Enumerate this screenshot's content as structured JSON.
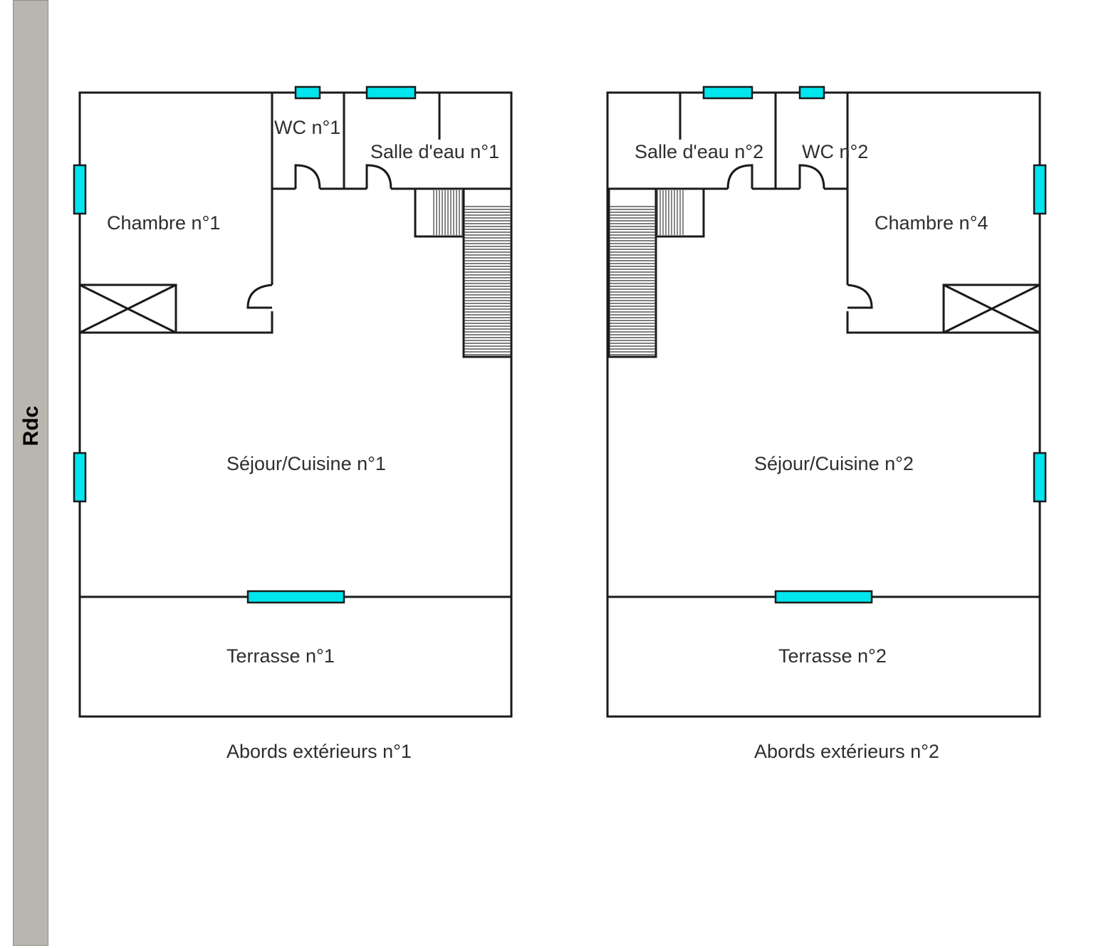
{
  "level": {
    "label": "Rdc"
  },
  "colors": {
    "wall": "#1a1a1a",
    "window": "#00e5ee",
    "level_bar": "#b8b6ae",
    "label": "#2e2e2e"
  },
  "units": [
    {
      "rooms": {
        "chambre": "Chambre n°1",
        "wc": "WC n°1",
        "salle_eau": "Salle d'eau n°1",
        "sejour": "Séjour/Cuisine n°1",
        "terrasse": "Terrasse n°1",
        "abords": "Abords extérieurs n°1"
      }
    },
    {
      "rooms": {
        "chambre": "Chambre n°4",
        "wc": "WC n°2",
        "salle_eau": "Salle d'eau n°2",
        "sejour": "Séjour/Cuisine n°2",
        "terrasse": "Terrasse n°2",
        "abords": "Abords extérieurs n°2"
      }
    }
  ]
}
